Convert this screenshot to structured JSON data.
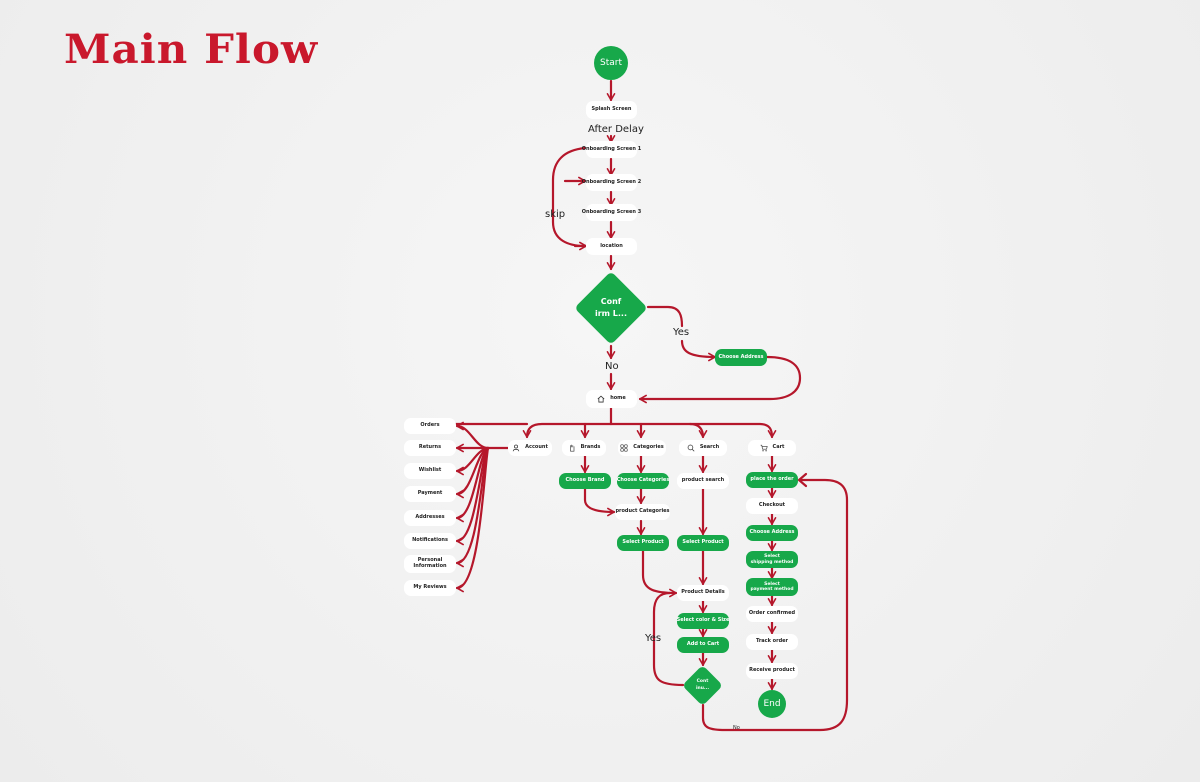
{
  "title": "Main Flow",
  "labels": {
    "after_delay": "After Delay",
    "skip": "skip",
    "yes_confirm": "Yes",
    "no_confirm": "No",
    "yes_cont": "Yes",
    "no_cont": "No"
  },
  "nodes": {
    "start": "Start",
    "splash": "Splash Screen",
    "onb1": "Onboarding Screen 1",
    "onb2": "Onboarding Screen 2",
    "onb3": "Onboarding Screen 3",
    "location": "location",
    "confirm": "Conf\nirm L...",
    "choose_address_top": "Choose Address",
    "home": "home",
    "account": "Account",
    "brands": "Brands",
    "categories": "Categories",
    "search": "Search",
    "cart": "Cart",
    "orders": "Orders",
    "returns": "Returns",
    "wishlist": "Wishlist",
    "payment": "Payment",
    "addresses": "Addresses",
    "notifications": "Notifications",
    "personal_info": "Personal\nInformation",
    "my_reviews": "My Reviews",
    "choose_brand": "Choose Brand",
    "choose_categories": "Choose Categories",
    "product_search": "product search",
    "product_categories": "product Categories",
    "select_product_1": "Select Product",
    "select_product_2": "Select Product",
    "product_details": "Product Details",
    "select_color_size": "Select color & Size",
    "add_to_cart": "Add to Cart",
    "continue": "Cont\ninu...",
    "place_order": "place the order",
    "checkout": "Checkout",
    "choose_address_cart": "Choose Address",
    "select_shipping": "Select\nshipping method",
    "select_payment": "Select\npayment method",
    "order_confirmed": "Order confirmed",
    "track_order": "Track order",
    "receive_product": "Receive product",
    "end": "End"
  },
  "icons": {
    "home": "house-icon",
    "account": "user-icon",
    "brands": "hand-icon",
    "categories": "grid-icon",
    "search": "search-icon",
    "cart": "cart-icon"
  },
  "colors": {
    "title": "#c9182c",
    "arrow": "#b5172b",
    "green": "#17a84a",
    "white_node": "#ffffff",
    "background": "#efefef"
  }
}
